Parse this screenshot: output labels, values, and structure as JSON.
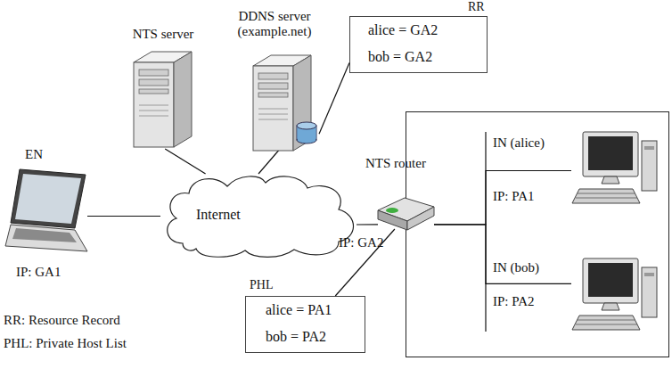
{
  "diagram": {
    "nodes": [
      {
        "text": [
          "NTS server"
        ]
      },
      {
        "text": [
          "DDNS server (example.net)"
        ]
      },
      {
        "text": [
          "RR",
          "alice = GA2",
          "bob = GA2"
        ]
      },
      {
        "text": [
          "EN",
          "IP: GA1"
        ]
      },
      {
        "text": [
          "Internet"
        ]
      },
      {
        "text": [
          "NTS router",
          "IP: GA2"
        ]
      },
      {
        "text": []
      },
      {
        "text": [
          "IN (alice)",
          "IP: PA1"
        ],
        "in": 6
      },
      {
        "text": [
          "IN (bob)",
          "IP: PA2"
        ],
        "in": 6
      },
      {
        "text": [
          "PHL",
          "alice = PA1",
          "bob = PA2"
        ]
      }
    ],
    "edges": [
      {
        "from": 3,
        "to": 4,
        "arrow": "none"
      },
      {
        "from": 0,
        "to": 4,
        "arrow": "none"
      },
      {
        "from": 1,
        "to": 4,
        "arrow": "none"
      },
      {
        "from": 4,
        "to": 5,
        "arrow": "none"
      },
      {
        "from": 5,
        "to": 7,
        "arrow": "none"
      },
      {
        "from": 5,
        "to": 8,
        "arrow": "none"
      },
      {
        "from": 2,
        "to": 1,
        "arrow": "none"
      },
      {
        "from": 9,
        "to": 5,
        "arrow": "none"
      }
    ],
    "labels": [
      "RR: Resource Record",
      "PHL: Private Host List"
    ]
  }
}
